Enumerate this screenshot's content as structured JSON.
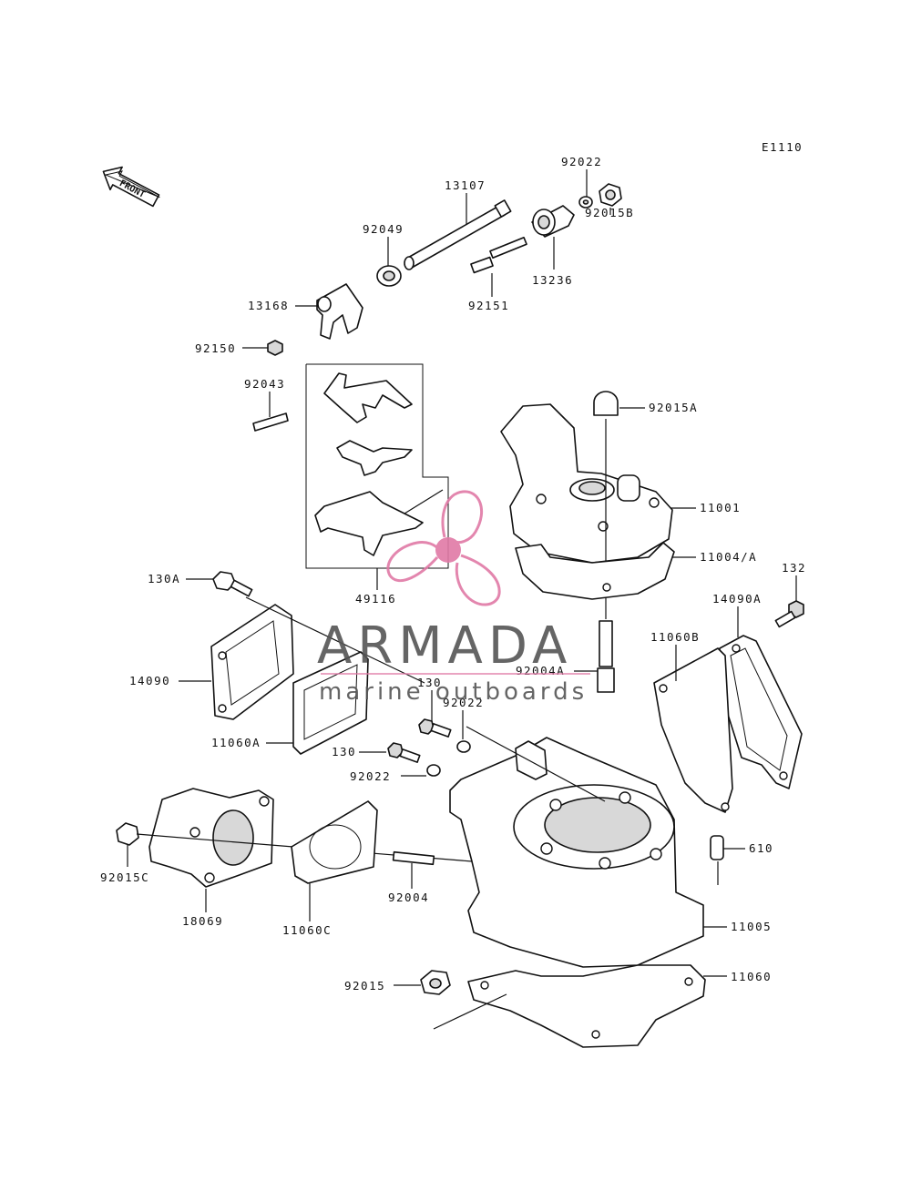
{
  "diagram_code": "E1110",
  "front_arrow_label": "FRONT",
  "watermark": {
    "brand": "ARMADA",
    "tagline": "marine outboards",
    "logo_color": "#e07aa6",
    "text_color": "#555555"
  },
  "parts": [
    {
      "id": "p92022_top",
      "label": "92022"
    },
    {
      "id": "p13107",
      "label": "13107"
    },
    {
      "id": "p92049",
      "label": "92049"
    },
    {
      "id": "p92015B",
      "label": "92015B"
    },
    {
      "id": "p13236",
      "label": "13236"
    },
    {
      "id": "p92151",
      "label": "92151"
    },
    {
      "id": "p13168",
      "label": "13168"
    },
    {
      "id": "p92150",
      "label": "92150"
    },
    {
      "id": "p92043",
      "label": "92043"
    },
    {
      "id": "p92015A",
      "label": "92015A"
    },
    {
      "id": "p11001",
      "label": "11001"
    },
    {
      "id": "p11004A",
      "label": "11004/A"
    },
    {
      "id": "p49116",
      "label": "49116"
    },
    {
      "id": "p132",
      "label": "132"
    },
    {
      "id": "p130A",
      "label": "130A"
    },
    {
      "id": "p14090A",
      "label": "14090A"
    },
    {
      "id": "p11060B",
      "label": "11060B"
    },
    {
      "id": "p14090",
      "label": "14090"
    },
    {
      "id": "p92004A",
      "label": "92004A"
    },
    {
      "id": "p130_a",
      "label": "130"
    },
    {
      "id": "p92022_mid",
      "label": "92022"
    },
    {
      "id": "p11060A",
      "label": "11060A"
    },
    {
      "id": "p130_b",
      "label": "130"
    },
    {
      "id": "p92022_low",
      "label": "92022"
    },
    {
      "id": "p610",
      "label": "610"
    },
    {
      "id": "p92015C",
      "label": "92015C"
    },
    {
      "id": "p92004",
      "label": "92004"
    },
    {
      "id": "p18069",
      "label": "18069"
    },
    {
      "id": "p11060C",
      "label": "11060C"
    },
    {
      "id": "p11005",
      "label": "11005"
    },
    {
      "id": "p92015",
      "label": "92015"
    },
    {
      "id": "p11060",
      "label": "11060"
    }
  ]
}
